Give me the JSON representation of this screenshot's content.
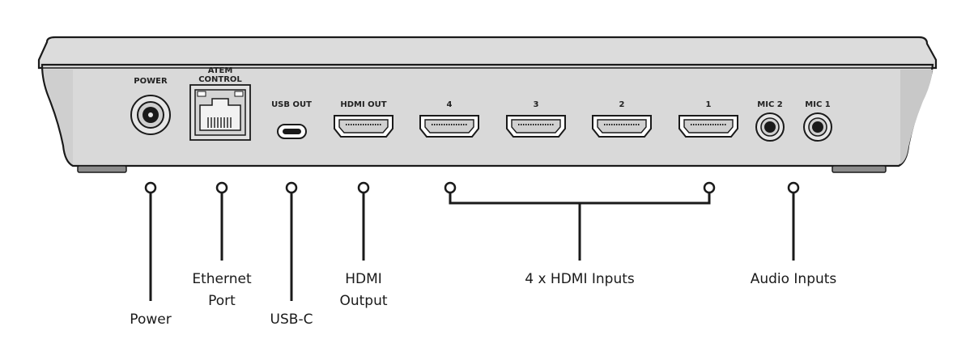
{
  "device": {
    "port_labels": {
      "power": "POWER",
      "atem_line1": "ATEM",
      "atem_line2": "CONTROL",
      "usb_out": "USB OUT",
      "hdmi_out": "HDMI OUT",
      "hdmi_in_4": "4",
      "hdmi_in_3": "3",
      "hdmi_in_2": "2",
      "hdmi_in_1": "1",
      "mic2": "MIC 2",
      "mic1": "MIC 1"
    }
  },
  "callouts": {
    "power": "Power",
    "ethernet_line1": "Ethernet",
    "ethernet_line2": "Port",
    "usbc": "USB-C",
    "hdmi_line1": "HDMI",
    "hdmi_line2": "Output",
    "hdmi_inputs": "4 x HDMI Inputs",
    "audio_inputs": "Audio Inputs"
  },
  "colors": {
    "body": "#d9d9d9",
    "outline": "#1a1a1a",
    "foot": "#8c8c8c"
  }
}
